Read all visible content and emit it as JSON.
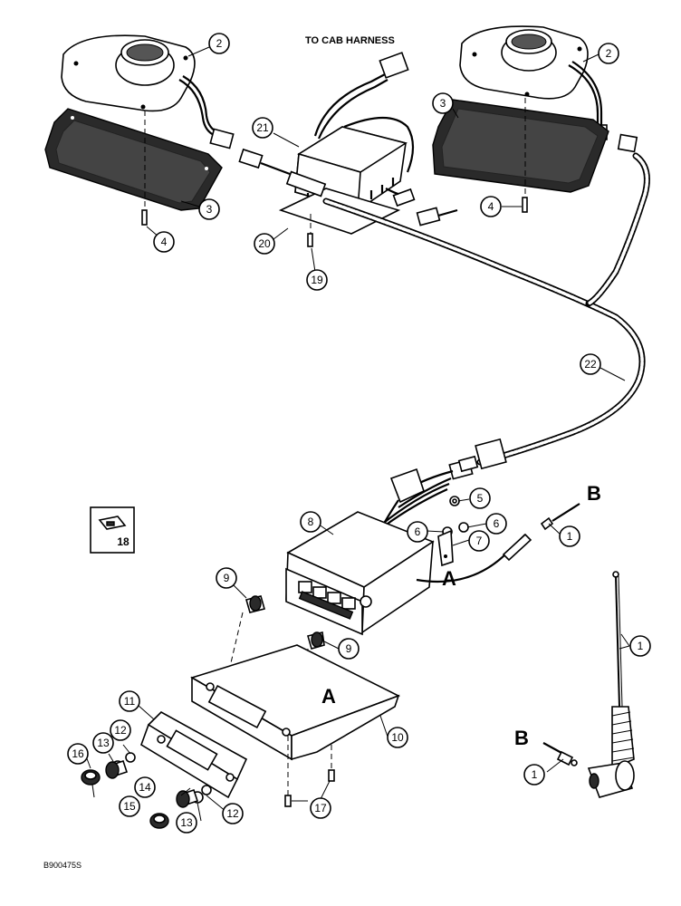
{
  "heading": "TO CAB HARNESS",
  "figure_id": "B900475S",
  "reference_letters": {
    "a": "A",
    "b": "B"
  },
  "callouts": {
    "c1": "1",
    "c2": "2",
    "c3": "3",
    "c4": "4",
    "c5": "5",
    "c6": "6",
    "c7": "7",
    "c8": "8",
    "c9": "9",
    "c10": "10",
    "c11": "11",
    "c12": "12",
    "c13": "13",
    "c14": "14",
    "c15": "15",
    "c16": "16",
    "c17": "17",
    "c18": "18",
    "c19": "19",
    "c20": "20",
    "c21": "21",
    "c22": "22"
  }
}
